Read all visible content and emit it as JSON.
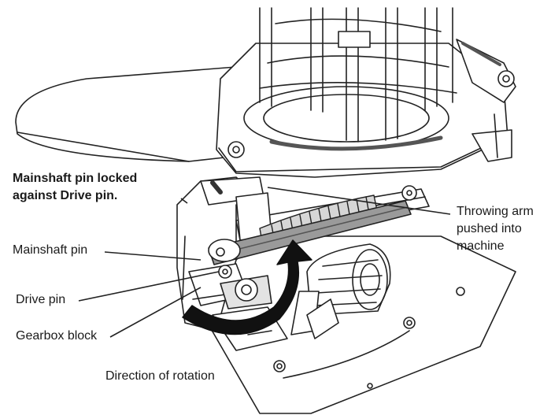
{
  "labels": {
    "title_line1": "Mainshaft pin locked",
    "title_line2": "against Drive pin.",
    "mainshaft_pin": "Mainshaft pin",
    "drive_pin": "Drive pin",
    "gearbox_block": "Gearbox block",
    "direction_of_rotation": "Direction of rotation",
    "throwing_arm_line1": "Throwing arm",
    "throwing_arm_line2": "pushed into",
    "throwing_arm_line3": "machine"
  },
  "colors": {
    "line": "#222222",
    "fill": "#ffffff",
    "shade": "#8c8c8c",
    "dark": "#3a3a3a",
    "arrow": "#111111"
  }
}
